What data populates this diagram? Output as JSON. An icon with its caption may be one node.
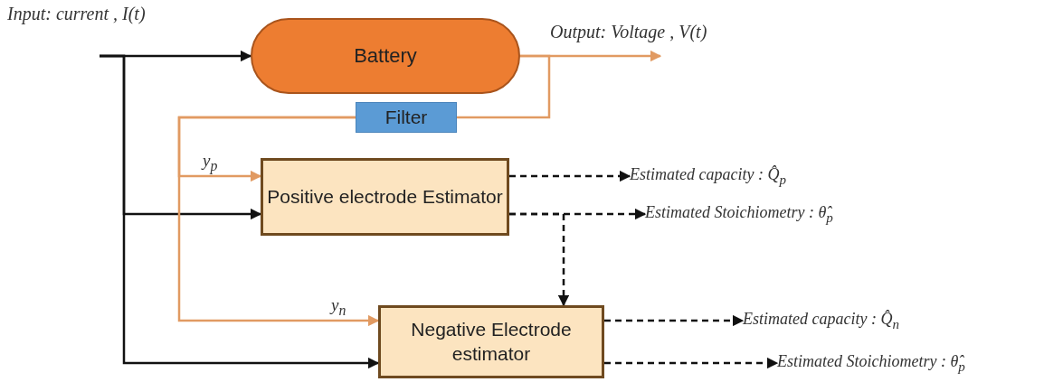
{
  "diagram": {
    "nodes": [
      {
        "text": [
          "Battery"
        ]
      },
      {
        "text": [
          "Filter"
        ]
      },
      {
        "text": [
          "Positive electrode Estimator"
        ]
      },
      {
        "text": [
          "Negative Electrode estimator"
        ]
      },
      {
        "text": [
          "Estimated capacity : Q̂$_{p}$"
        ]
      },
      {
        "text": [
          "Estimated Stoichiometry : θ̂$_{p}$"
        ]
      },
      {
        "text": [
          "Estimated capacity : Q̂$_{n}$"
        ]
      },
      {
        "text": [
          "Estimated Stoichiometry : θ̂$_{p}$"
        ]
      },
      {
        "text": [
          "Input: current , I(t)"
        ]
      },
      {
        "text": [
          "Output: Voltage , V(t)"
        ]
      }
    ],
    "edges": [
      {
        "from": 8,
        "to": 0,
        "arrow": "to"
      },
      {
        "from": 8,
        "to": 2,
        "arrow": "to"
      },
      {
        "from": 8,
        "to": 3,
        "arrow": "to"
      },
      {
        "from": 0,
        "to": 9,
        "arrow": "to",
        "color": "#e19a62"
      },
      {
        "from": 0,
        "to": 1,
        "arrow": "none",
        "color": "#e19a62"
      },
      {
        "from": 1,
        "to": 2,
        "arrow": "to",
        "label": "y$_{p}$",
        "color": "#e19a62"
      },
      {
        "from": 1,
        "to": 3,
        "arrow": "to",
        "label": "y$_{n}$",
        "color": "#e19a62"
      },
      {
        "from": 2,
        "to": 4,
        "arrow": "to",
        "style": "dashed"
      },
      {
        "from": 2,
        "to": 5,
        "arrow": "to",
        "style": "dashed"
      },
      {
        "from": 2,
        "to": 3,
        "arrow": "to",
        "style": "dashed"
      },
      {
        "from": 3,
        "to": 6,
        "arrow": "to",
        "style": "dashed"
      },
      {
        "from": 3,
        "to": 7,
        "arrow": "to",
        "style": "dashed"
      }
    ]
  }
}
